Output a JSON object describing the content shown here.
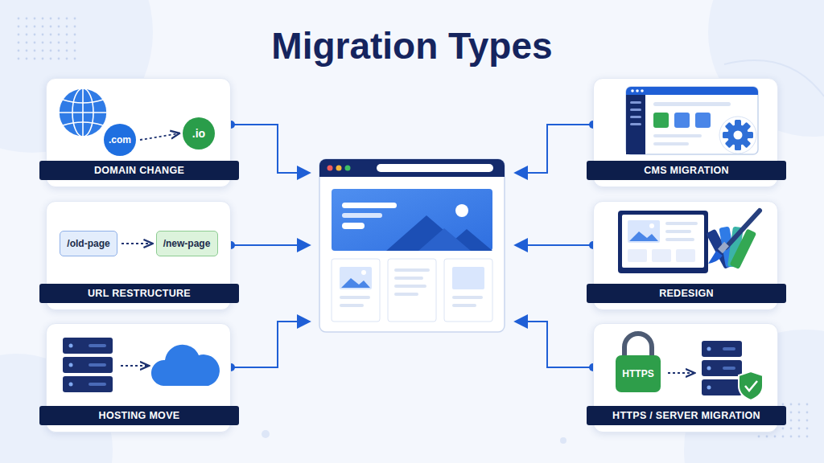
{
  "diagram": {
    "title": "Migration Types",
    "nodes": [
      {
        "text": [
          "DOMAIN CHANGE"
        ]
      },
      {
        "text": [
          ".com"
        ],
        "in": 0
      },
      {
        "text": [
          ".io"
        ],
        "in": 0
      },
      {
        "text": [
          "CMS MIGRATION"
        ]
      },
      {
        "text": [
          "URL RESTRUCTURE"
        ]
      },
      {
        "text": [
          "/old-page"
        ],
        "in": 4
      },
      {
        "text": [
          "/new-page"
        ],
        "in": 4
      },
      {
        "text": [
          "REDESIGN"
        ]
      },
      {
        "text": [
          "HOSTING MOVE"
        ]
      },
      {
        "text": [
          "HTTPS / SERVER MIGRATION"
        ]
      },
      {
        "text": [
          "HTTPS"
        ],
        "in": 9
      }
    ],
    "edges": [
      {
        "from": 1,
        "to": 2,
        "arrow": "to"
      },
      {
        "from": 5,
        "to": 6,
        "arrow": "to"
      }
    ]
  }
}
